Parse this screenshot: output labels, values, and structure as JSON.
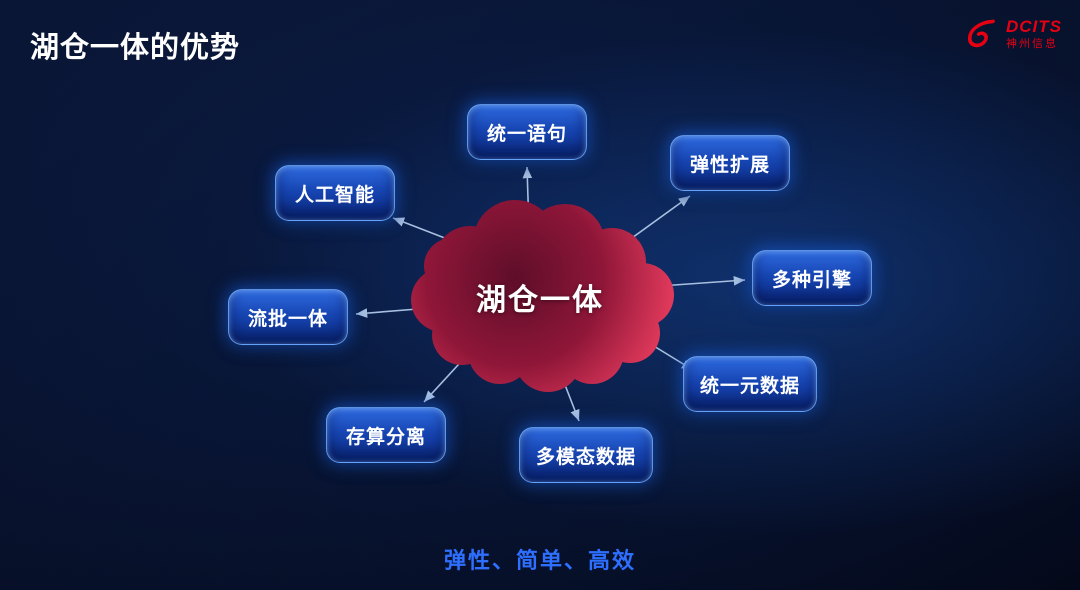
{
  "slide": {
    "title": "湖仓一体的优势",
    "footer": "弹性、简单、高效"
  },
  "logo": {
    "brand": "DCITS",
    "company": "神州信息"
  },
  "diagram": {
    "center_label": "湖仓一体",
    "nodes": [
      {
        "label": "统一语句"
      },
      {
        "label": "弹性扩展"
      },
      {
        "label": "人工智能"
      },
      {
        "label": "多种引擎"
      },
      {
        "label": "流批一体"
      },
      {
        "label": "统一元数据"
      },
      {
        "label": "存算分离"
      },
      {
        "label": "多模态数据"
      }
    ]
  },
  "colors": {
    "background": "#071028",
    "node_blue": "#1746b4",
    "node_glow": "#3f8cff",
    "cloud_red": "#a31b40",
    "footer_accent": "#2e6fff",
    "brand_red": "#e60012",
    "title_text": "#ffffff"
  }
}
